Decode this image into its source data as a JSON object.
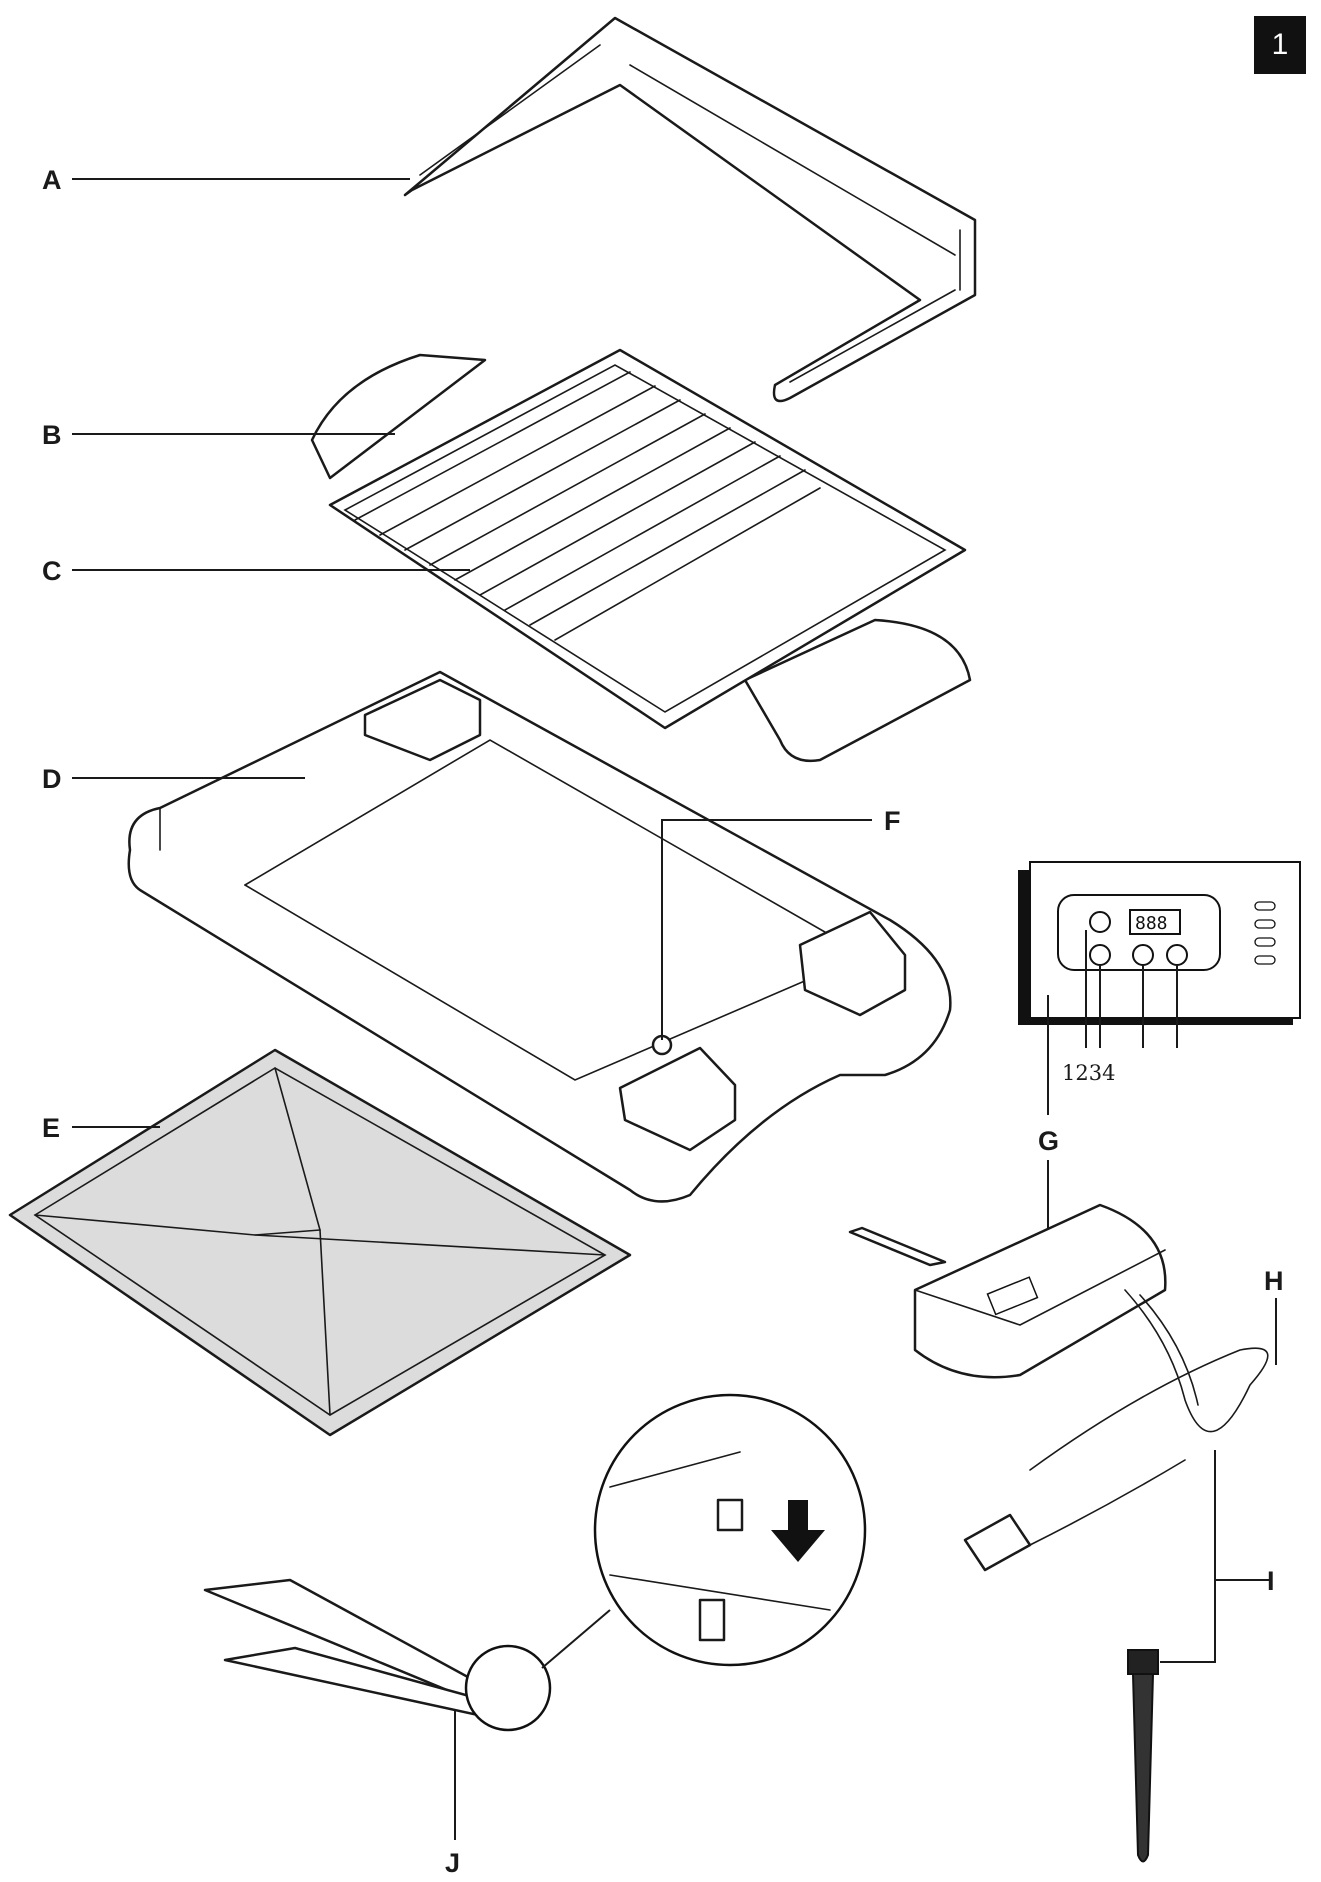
{
  "page_number": "1",
  "labels": {
    "a": "A",
    "b": "B",
    "c": "C",
    "d": "D",
    "e": "E",
    "f": "F",
    "g": "G",
    "h": "H",
    "i": "I",
    "j": "J"
  },
  "control_panel": {
    "display": "888",
    "button_numbers": "1234"
  }
}
